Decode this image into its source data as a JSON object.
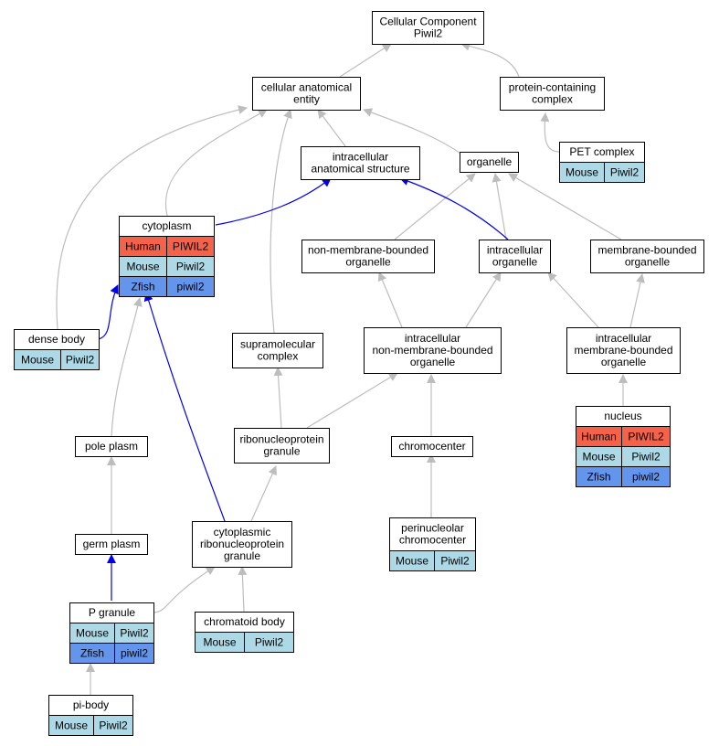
{
  "colors": {
    "edge_default": "#bdbdbd",
    "edge_highlight": "#0000ee",
    "human": "#f4624a",
    "mouse": "#add8e6",
    "zfish": "#6495ed",
    "node_border": "#000000"
  },
  "nodes": [
    {
      "id": "cc",
      "lines": [
        "Cellular Component",
        "Piwil2"
      ],
      "rows": []
    },
    {
      "id": "cae",
      "lines": [
        "cellular anatomical",
        "entity"
      ],
      "rows": []
    },
    {
      "id": "pcc",
      "lines": [
        "protein-containing",
        "complex"
      ],
      "rows": []
    },
    {
      "id": "ias",
      "lines": [
        "intracellular",
        "anatomical structure"
      ],
      "rows": []
    },
    {
      "id": "org",
      "lines": [
        "organelle"
      ],
      "rows": []
    },
    {
      "id": "pet",
      "lines": [
        "PET complex"
      ],
      "rows": [
        {
          "species": "Mouse",
          "gene": "Piwil2"
        }
      ]
    },
    {
      "id": "cyt",
      "lines": [
        "cytoplasm"
      ],
      "rows": [
        {
          "species": "Human",
          "gene": "PIWIL2"
        },
        {
          "species": "Mouse",
          "gene": "Piwil2"
        },
        {
          "species": "Zfish",
          "gene": "piwil2"
        }
      ]
    },
    {
      "id": "nmbo",
      "lines": [
        "non-membrane-bounded",
        "organelle"
      ],
      "rows": []
    },
    {
      "id": "io",
      "lines": [
        "intracellular",
        "organelle"
      ],
      "rows": []
    },
    {
      "id": "mbo",
      "lines": [
        "membrane-bounded",
        "organelle"
      ],
      "rows": []
    },
    {
      "id": "db",
      "lines": [
        "dense body"
      ],
      "rows": [
        {
          "species": "Mouse",
          "gene": "Piwil2"
        }
      ]
    },
    {
      "id": "smc",
      "lines": [
        "supramolecular",
        "complex"
      ],
      "rows": []
    },
    {
      "id": "inmbo",
      "lines": [
        "intracellular",
        "non-membrane-bounded",
        "organelle"
      ],
      "rows": []
    },
    {
      "id": "imbo",
      "lines": [
        "intracellular",
        "membrane-bounded",
        "organelle"
      ],
      "rows": []
    },
    {
      "id": "nuc",
      "lines": [
        "nucleus"
      ],
      "rows": [
        {
          "species": "Human",
          "gene": "PIWIL2"
        },
        {
          "species": "Mouse",
          "gene": "Piwil2"
        },
        {
          "species": "Zfish",
          "gene": "piwil2"
        }
      ]
    },
    {
      "id": "pp",
      "lines": [
        "pole plasm"
      ],
      "rows": []
    },
    {
      "id": "rnpg",
      "lines": [
        "ribonucleoprotein",
        "granule"
      ],
      "rows": []
    },
    {
      "id": "chc",
      "lines": [
        "chromocenter"
      ],
      "rows": []
    },
    {
      "id": "gp",
      "lines": [
        "germ plasm"
      ],
      "rows": []
    },
    {
      "id": "crnpg",
      "lines": [
        "cytoplasmic",
        "ribonucleoprotein",
        "granule"
      ],
      "rows": []
    },
    {
      "id": "pnc",
      "lines": [
        "perinucleolar",
        "chromocenter"
      ],
      "rows": [
        {
          "species": "Mouse",
          "gene": "Piwil2"
        }
      ]
    },
    {
      "id": "pg",
      "lines": [
        "P granule"
      ],
      "rows": [
        {
          "species": "Mouse",
          "gene": "Piwil2"
        },
        {
          "species": "Zfish",
          "gene": "piwil2"
        }
      ]
    },
    {
      "id": "cb",
      "lines": [
        "chromatoid body"
      ],
      "rows": [
        {
          "species": "Mouse",
          "gene": "Piwil2"
        }
      ]
    },
    {
      "id": "pib",
      "lines": [
        "pi-body"
      ],
      "rows": [
        {
          "species": "Mouse",
          "gene": "Piwil2"
        }
      ]
    }
  ]
}
